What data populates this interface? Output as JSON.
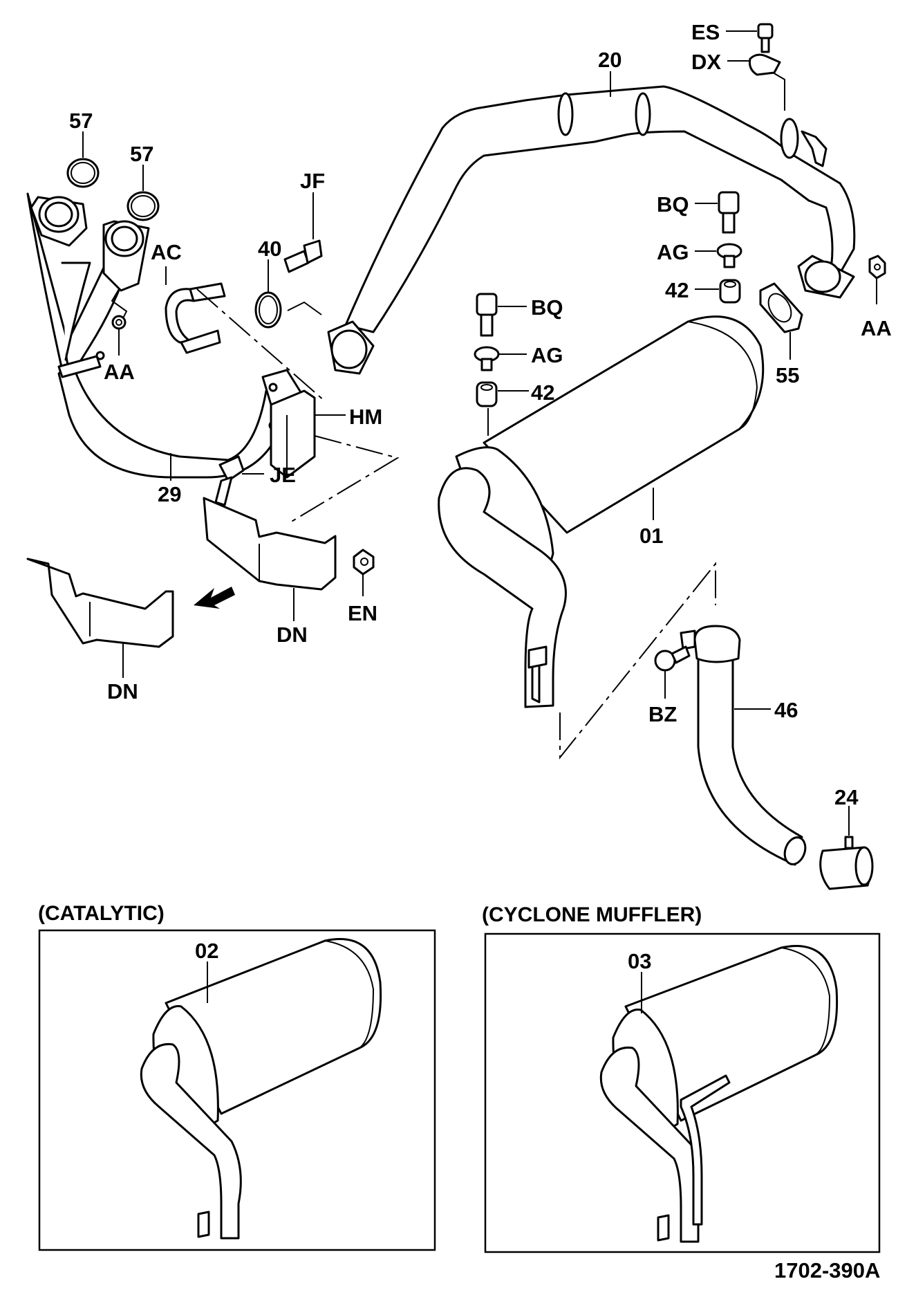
{
  "diagram": {
    "title": "Exhaust system parts diagram",
    "figure_code": "1702-390A",
    "callouts": {
      "es": "ES",
      "dx": "DX",
      "p20": "20",
      "p57a": "57",
      "p57b": "57",
      "bq_upper": "BQ",
      "ag_upper": "AG",
      "p42_upper": "42",
      "aa_right": "AA",
      "p55": "55",
      "jf": "JF",
      "ac": "AC",
      "aa_left": "AA",
      "p40": "40",
      "bq_lower": "BQ",
      "ag_lower": "AG",
      "p42_lower": "42",
      "hm": "HM",
      "je": "JE",
      "p29": "29",
      "p01": "01",
      "en": "EN",
      "dn_center": "DN",
      "dn_left": "DN",
      "bz": "BZ",
      "p46": "46",
      "p24": "24"
    },
    "variants": [
      {
        "heading": "(CATALYTIC)",
        "part": "02"
      },
      {
        "heading": "(CYCLONE MUFFLER)",
        "part": "03"
      }
    ]
  }
}
